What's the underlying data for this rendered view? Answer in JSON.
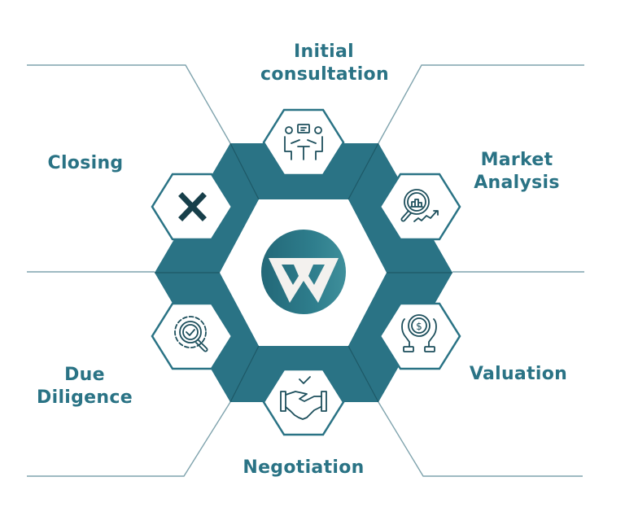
{
  "colors": {
    "teal": "#2a7385",
    "teal_dark": "#1d5866",
    "icon_dark": "#173f4a",
    "line": "#7fa3ad",
    "label": "#2a7385",
    "white": "#ffffff"
  },
  "center": {
    "logo": "W",
    "icon": "brand-logo-icon"
  },
  "steps": [
    {
      "id": "initial-consultation",
      "line1": "Initial",
      "line2": "consultation",
      "icon": "meeting-icon"
    },
    {
      "id": "market-analysis",
      "line1": "Market",
      "line2": "Analysis",
      "icon": "magnifier-chart-icon"
    },
    {
      "id": "valuation",
      "line1": "Valuation",
      "line2": "",
      "icon": "hands-coin-icon"
    },
    {
      "id": "negotiation",
      "line1": "Negotiation",
      "line2": "",
      "icon": "handshake-icon"
    },
    {
      "id": "due-diligence",
      "line1": "Due",
      "line2": "Diligence",
      "icon": "gear-check-magnifier-icon"
    },
    {
      "id": "closing",
      "line1": "Closing",
      "line2": "",
      "icon": "close-x-icon"
    }
  ]
}
